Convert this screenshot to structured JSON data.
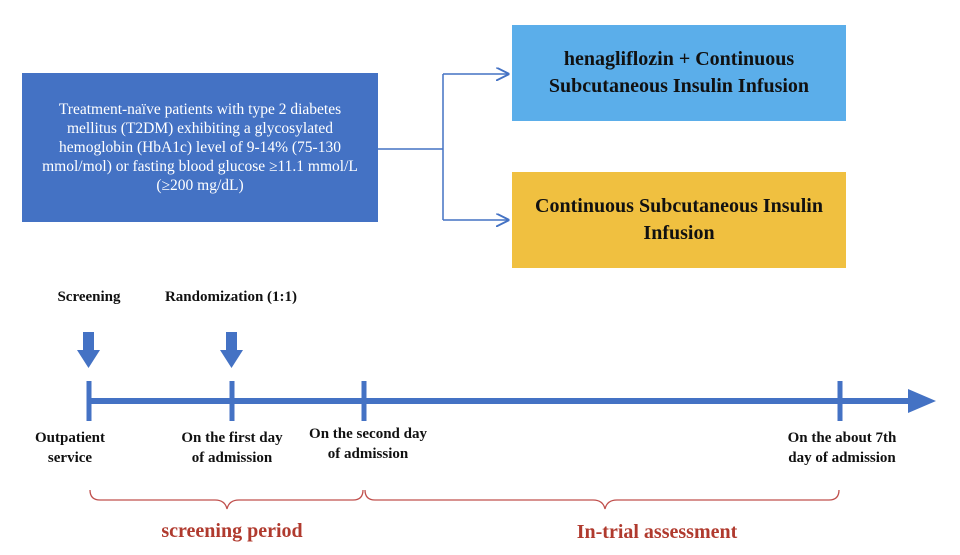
{
  "patients": {
    "text": "Treatment-naïve patients with type 2 diabetes mellitus (T2DM) exhibiting a glycosylated hemoglobin (HbA1c) level of 9-14% (75-130 mmol/mol) or fasting blood glucose ≥11.1 mmol/L (≥200 mg/dL)"
  },
  "arms": {
    "arm1": "henagliflozin + Continuous Subcutaneous Insulin Infusion",
    "arm2": "Continuous Subcutaneous Insulin Infusion"
  },
  "events": {
    "screening": "Screening",
    "randomization": "Randomization (1:1)"
  },
  "timepoints": {
    "outpatient": "Outpatient service",
    "first_day": "On the first day of admission",
    "second_day": "On the second day of admission",
    "seventh_day": "On the about 7th day of admission"
  },
  "periods": {
    "screening": "screening period",
    "trial": "In-trial assessment"
  },
  "colors": {
    "patient_box": "#4472c4",
    "arm1_box": "#5baeea",
    "arm2_box": "#f0c040",
    "timeline": "#4472c4",
    "brace": "#c0504d",
    "period_text": "#b03a2e"
  }
}
